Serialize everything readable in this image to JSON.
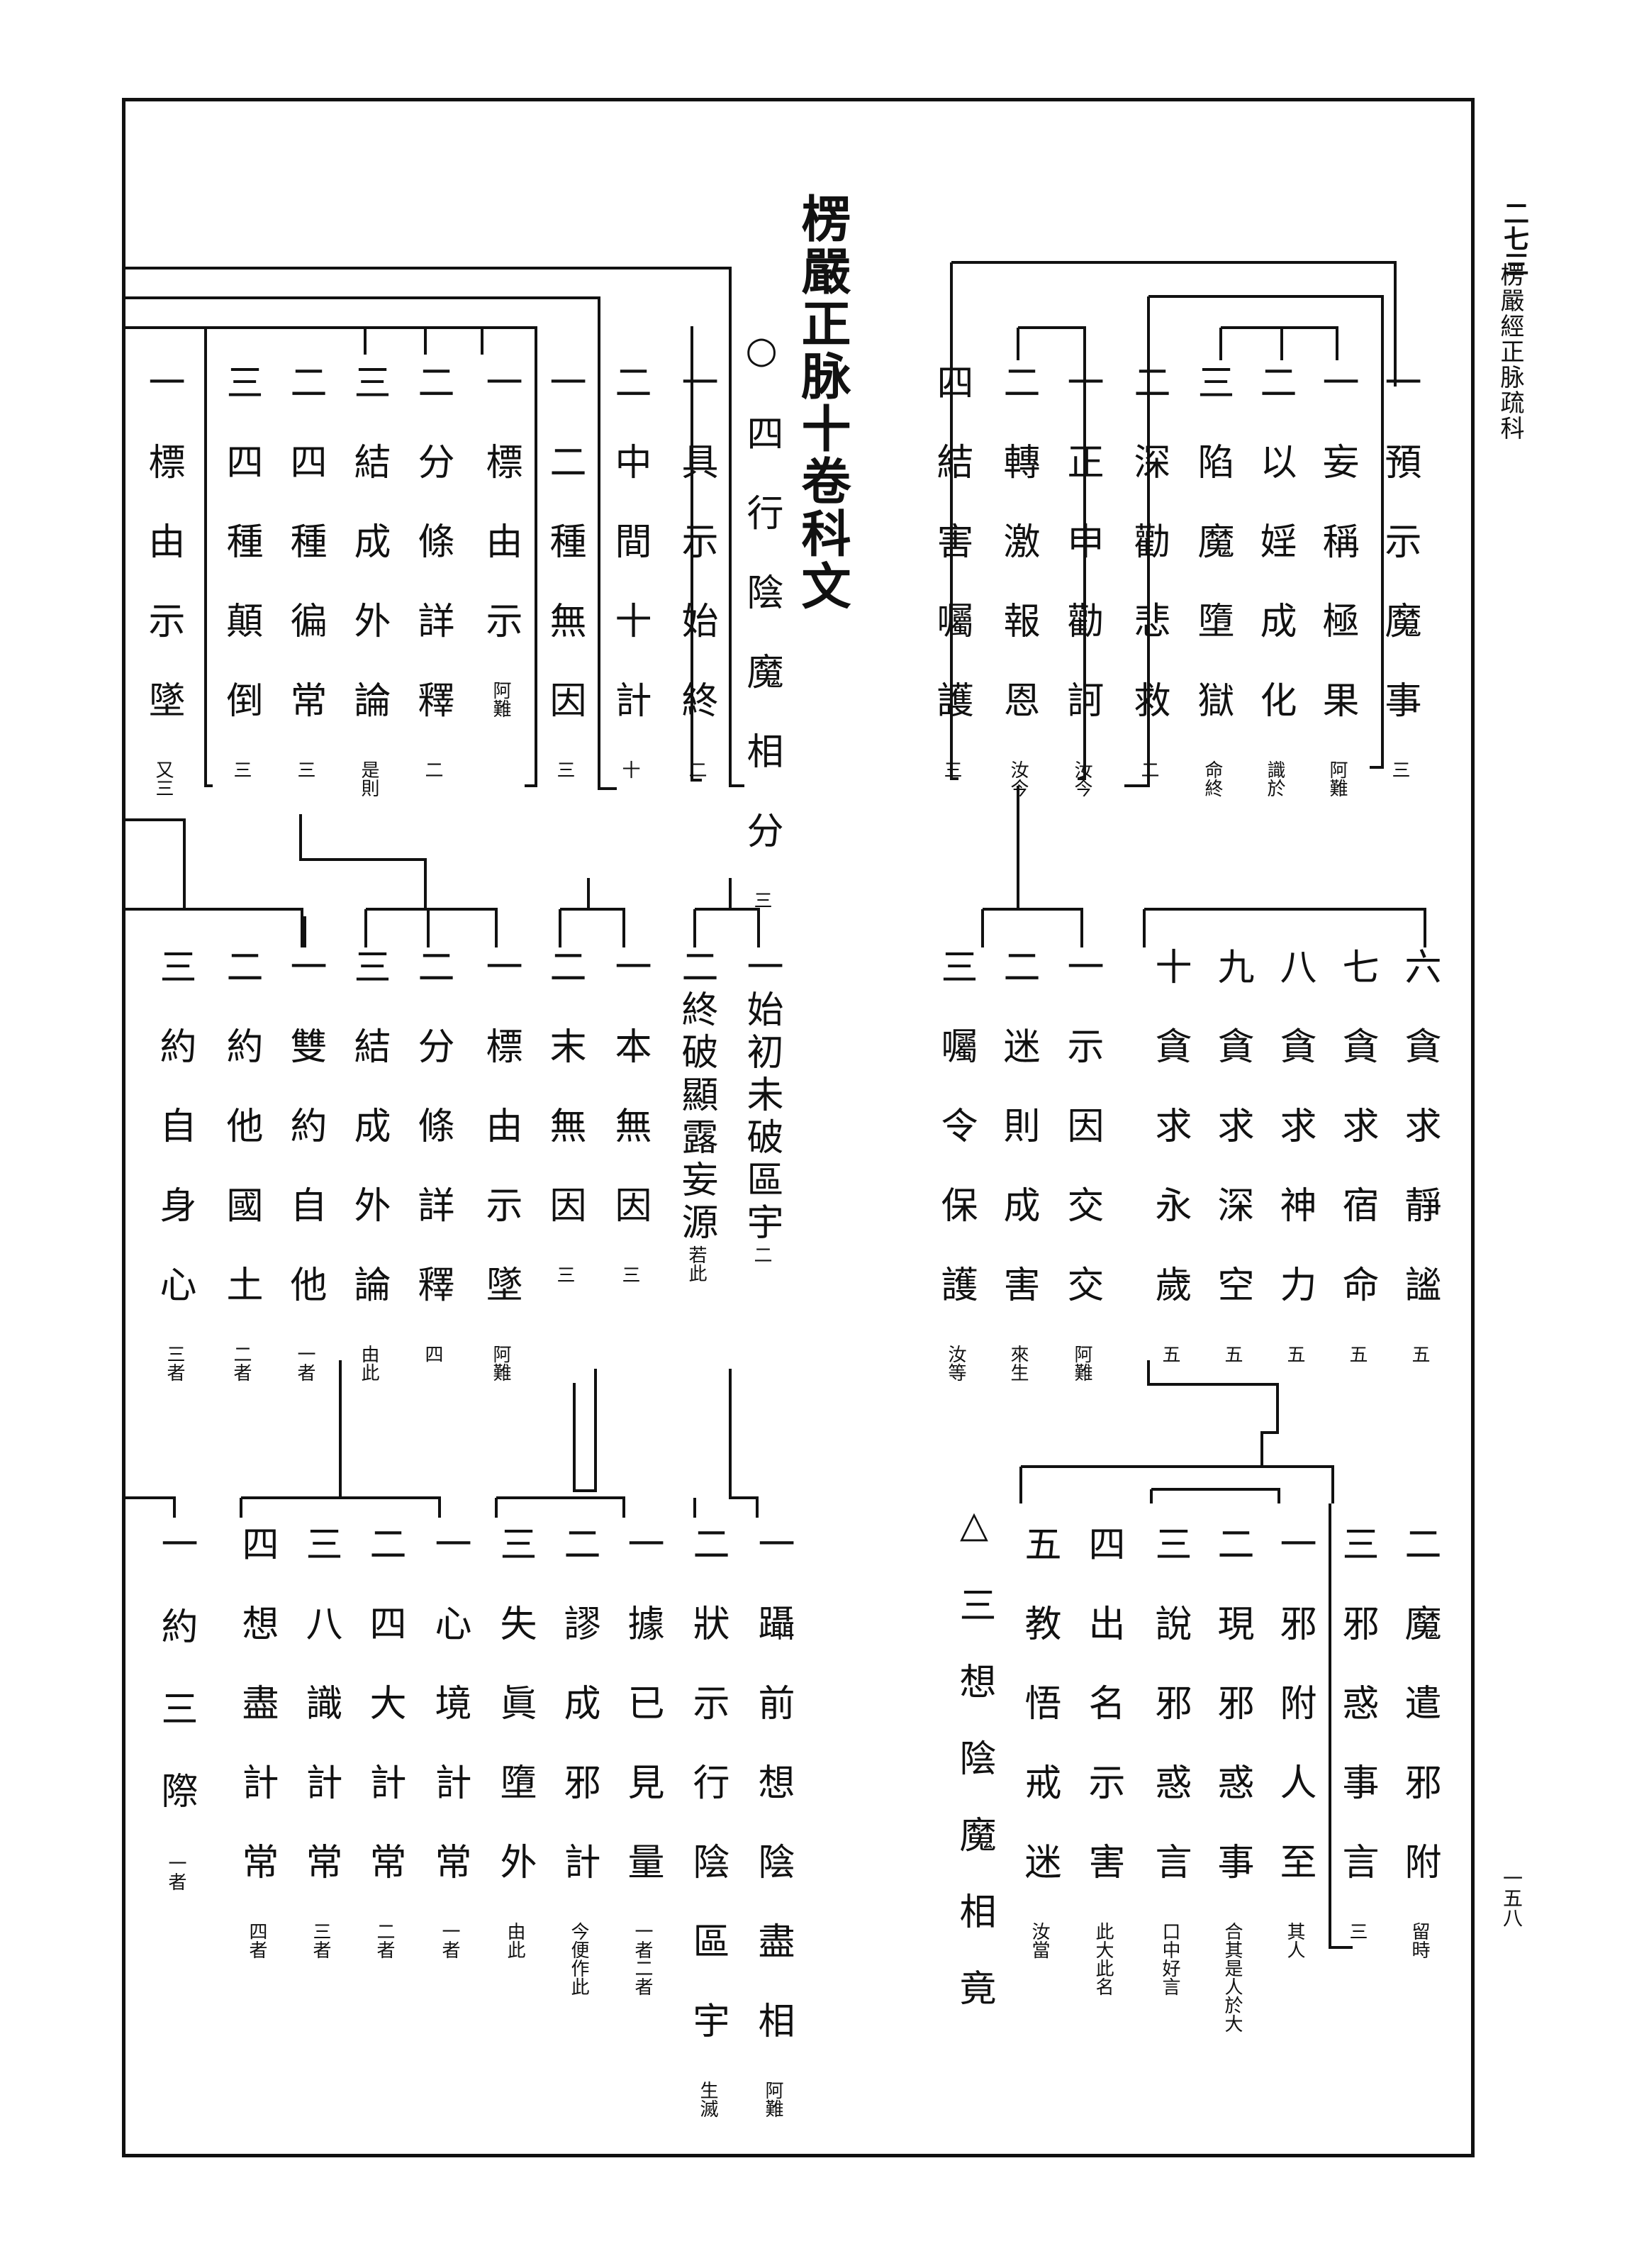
{
  "page": {
    "title": "楞嚴正脉十卷科文",
    "page_label": "二七三",
    "margin_text": "楞嚴經正脉疏科",
    "page_number": "一五八"
  },
  "columns": [
    {
      "text": "一預示魔事",
      "note": "三"
    },
    {
      "text": "一妄稱極果",
      "note": "阿難"
    },
    {
      "text": "二以婬成化",
      "note": "識於"
    },
    {
      "text": "三陷魔墮獄",
      "note": "命終"
    },
    {
      "text": "二深勸悲救",
      "note": "二"
    },
    {
      "text": "一正申勸訶",
      "note": "汝今"
    },
    {
      "text": "二轉激報恩",
      "note": "汝今"
    },
    {
      "text": "四結害囑護",
      "note": "三"
    },
    {
      "text": "○四行陰魔相分",
      "note": "三"
    },
    {
      "text": "一具示始終",
      "note": "二"
    },
    {
      "text": "二中間十計",
      "note": "十"
    },
    {
      "text": "一二種無因",
      "note": "三"
    },
    {
      "text": "一標由示",
      "note": "阿難"
    },
    {
      "text": "二分條詳釋",
      "note": "二"
    },
    {
      "text": "三結成外論",
      "note": "是則"
    },
    {
      "text": "二四種徧常",
      "note": "三"
    },
    {
      "text": "三四種顛倒",
      "note": "三"
    },
    {
      "text": "一標由示墜",
      "note": "又三"
    },
    {
      "text": "六貪求靜謐",
      "note": "五"
    },
    {
      "text": "七貪求宿命",
      "note": "五"
    },
    {
      "text": "八貪求神力",
      "note": "五"
    },
    {
      "text": "九貪求深空",
      "note": "五"
    },
    {
      "text": "十貪求永歲",
      "note": "五"
    },
    {
      "text": "一示因交交",
      "note": "阿難"
    },
    {
      "text": "二迷則成害",
      "note": "來生"
    },
    {
      "text": "三囑令保護",
      "note": "汝等"
    },
    {
      "text": "一始初未破區宇",
      "note": "二"
    },
    {
      "text": "二終破顯露妄源",
      "note": "若此"
    },
    {
      "text": "一本無因",
      "note": "三"
    },
    {
      "text": "二末無因",
      "note": "三"
    },
    {
      "text": "一標由示墜",
      "note": "阿難"
    },
    {
      "text": "二分條詳釋",
      "note": "四"
    },
    {
      "text": "三結成外論",
      "note": "由此"
    },
    {
      "text": "一雙約自他",
      "note": "一者"
    },
    {
      "text": "二約他國土",
      "note": "二者"
    },
    {
      "text": "三約自身心",
      "note": "三者"
    },
    {
      "text": "二魔遣邪附",
      "note": "留時"
    },
    {
      "text": "三邪惑事言",
      "note": "三"
    },
    {
      "text": "一邪附人至",
      "note": "其人"
    },
    {
      "text": "二現邪惑事",
      "note": "合其是人於大"
    },
    {
      "text": "三說邪惑言",
      "note": "口中好言"
    },
    {
      "text": "四出名示害",
      "note": "此大此名"
    },
    {
      "text": "五教悟戒迷",
      "note": "汝當"
    },
    {
      "text": "△三想陰魔相竟",
      "note": ""
    },
    {
      "text": "一躡前想陰盡相",
      "note": "阿難"
    },
    {
      "text": "二狀示行陰區宇",
      "note": "生滅"
    },
    {
      "text": "一據已見量",
      "note": "一者二者"
    },
    {
      "text": "二謬成邪計",
      "note": "今便作此"
    },
    {
      "text": "三失眞墮外",
      "note": "由此"
    },
    {
      "text": "一心境計常",
      "note": "一者"
    },
    {
      "text": "二四大計常",
      "note": "二者"
    },
    {
      "text": "三八識計常",
      "note": "三者"
    },
    {
      "text": "四想盡計常",
      "note": "四者"
    },
    {
      "text": "一約三際",
      "note": "一者"
    }
  ]
}
